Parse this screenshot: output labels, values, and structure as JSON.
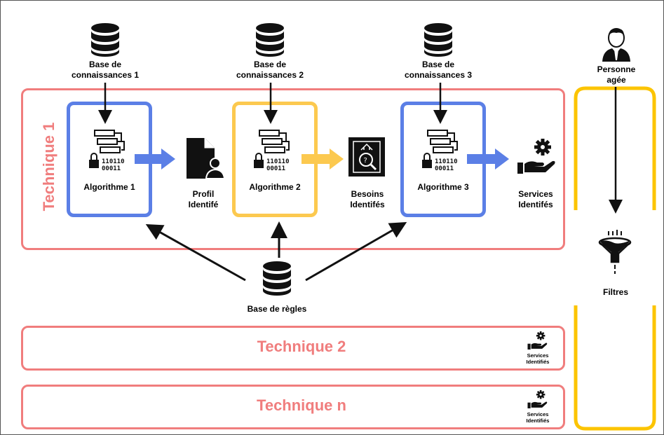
{
  "colors": {
    "technique": "#f07d7d",
    "algo_blue": "#5b7fe6",
    "algo_yellow": "#fcc94f",
    "filter_yellow": "#fcc400",
    "dark": "#111111"
  },
  "kb1": {
    "label": "Base de\nconnaissances 1"
  },
  "kb2": {
    "label": "Base de\nconnaissances 2"
  },
  "kb3": {
    "label": "Base de\nconnaissances 3"
  },
  "person": {
    "label": "Personne\nagée"
  },
  "technique1": {
    "title": "Technique 1"
  },
  "algo1": {
    "label": "Algorithme 1"
  },
  "algo2": {
    "label": "Algorithme 2"
  },
  "algo3": {
    "label": "Algorithme 3"
  },
  "profil": {
    "label": "Profil\nIdentifé"
  },
  "besoins": {
    "label": "Besoins\nIdentifés"
  },
  "services": {
    "label": "Services\nIdentifés"
  },
  "rules": {
    "label": "Base de règles"
  },
  "filters": {
    "label": "Filtres"
  },
  "technique2": {
    "title": "Technique 2",
    "services_label": "Services\nIdentifiés"
  },
  "techniquen": {
    "title": "Technique n",
    "services_label": "Services\nIdentifiés"
  },
  "icons": [
    "database-icon",
    "algorithm-icon",
    "profile-document-icon",
    "needs-magnifier-icon",
    "service-gear-hand-icon",
    "person-icon",
    "filter-funnel-icon"
  ]
}
